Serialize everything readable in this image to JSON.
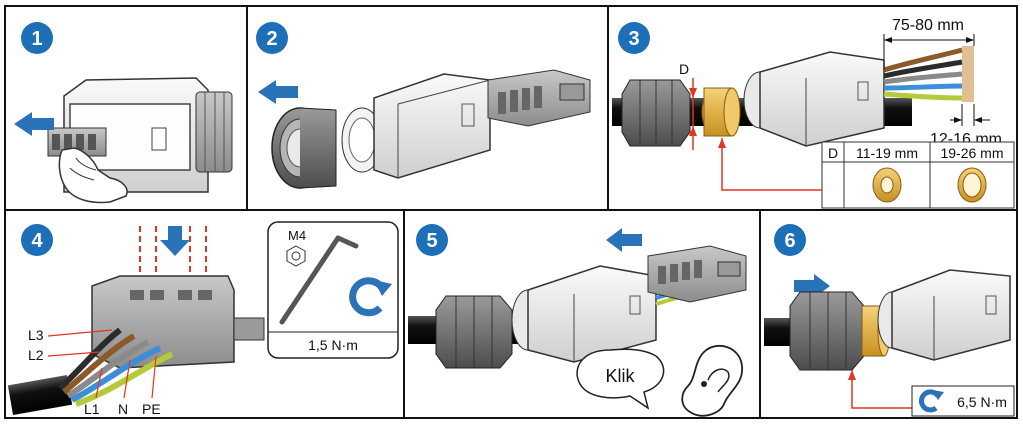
{
  "steps": [
    {
      "number": "1"
    },
    {
      "number": "2"
    },
    {
      "number": "3",
      "strip_length": "75-80 mm",
      "conductor_strip": "12-16 mm",
      "diameter_label": "D",
      "seal_table": {
        "header": [
          "D",
          "11-19 mm",
          "19-26 mm"
        ]
      }
    },
    {
      "number": "4",
      "tool_size": "M4",
      "torque": "1,5 N·m",
      "wire_labels": {
        "l3": "L3",
        "l2": "L2",
        "l1": "L1",
        "n": "N",
        "pe": "PE"
      }
    },
    {
      "number": "5",
      "sound": "Klik"
    },
    {
      "number": "6",
      "torque": "6,5 N·m"
    }
  ],
  "colors": {
    "badge": "#1d6fb8",
    "arrow": "#2a73b8",
    "callout": "#e0351f",
    "seal": "#e8b84a",
    "cable": "#1a1a1a",
    "housing": "#f2f2f2",
    "wire_brown": "#8b5a2b",
    "wire_blue": "#3c8fd6",
    "wire_grey": "#8a8a8a",
    "wire_yellow_green": "#b6c93a"
  },
  "icons": [
    "hand-icon",
    "arrow-left-icon",
    "arrow-right-icon",
    "arrow-down-icon",
    "hex-key-icon",
    "nut-icon",
    "rotate-clockwise-icon",
    "ear-icon"
  ]
}
